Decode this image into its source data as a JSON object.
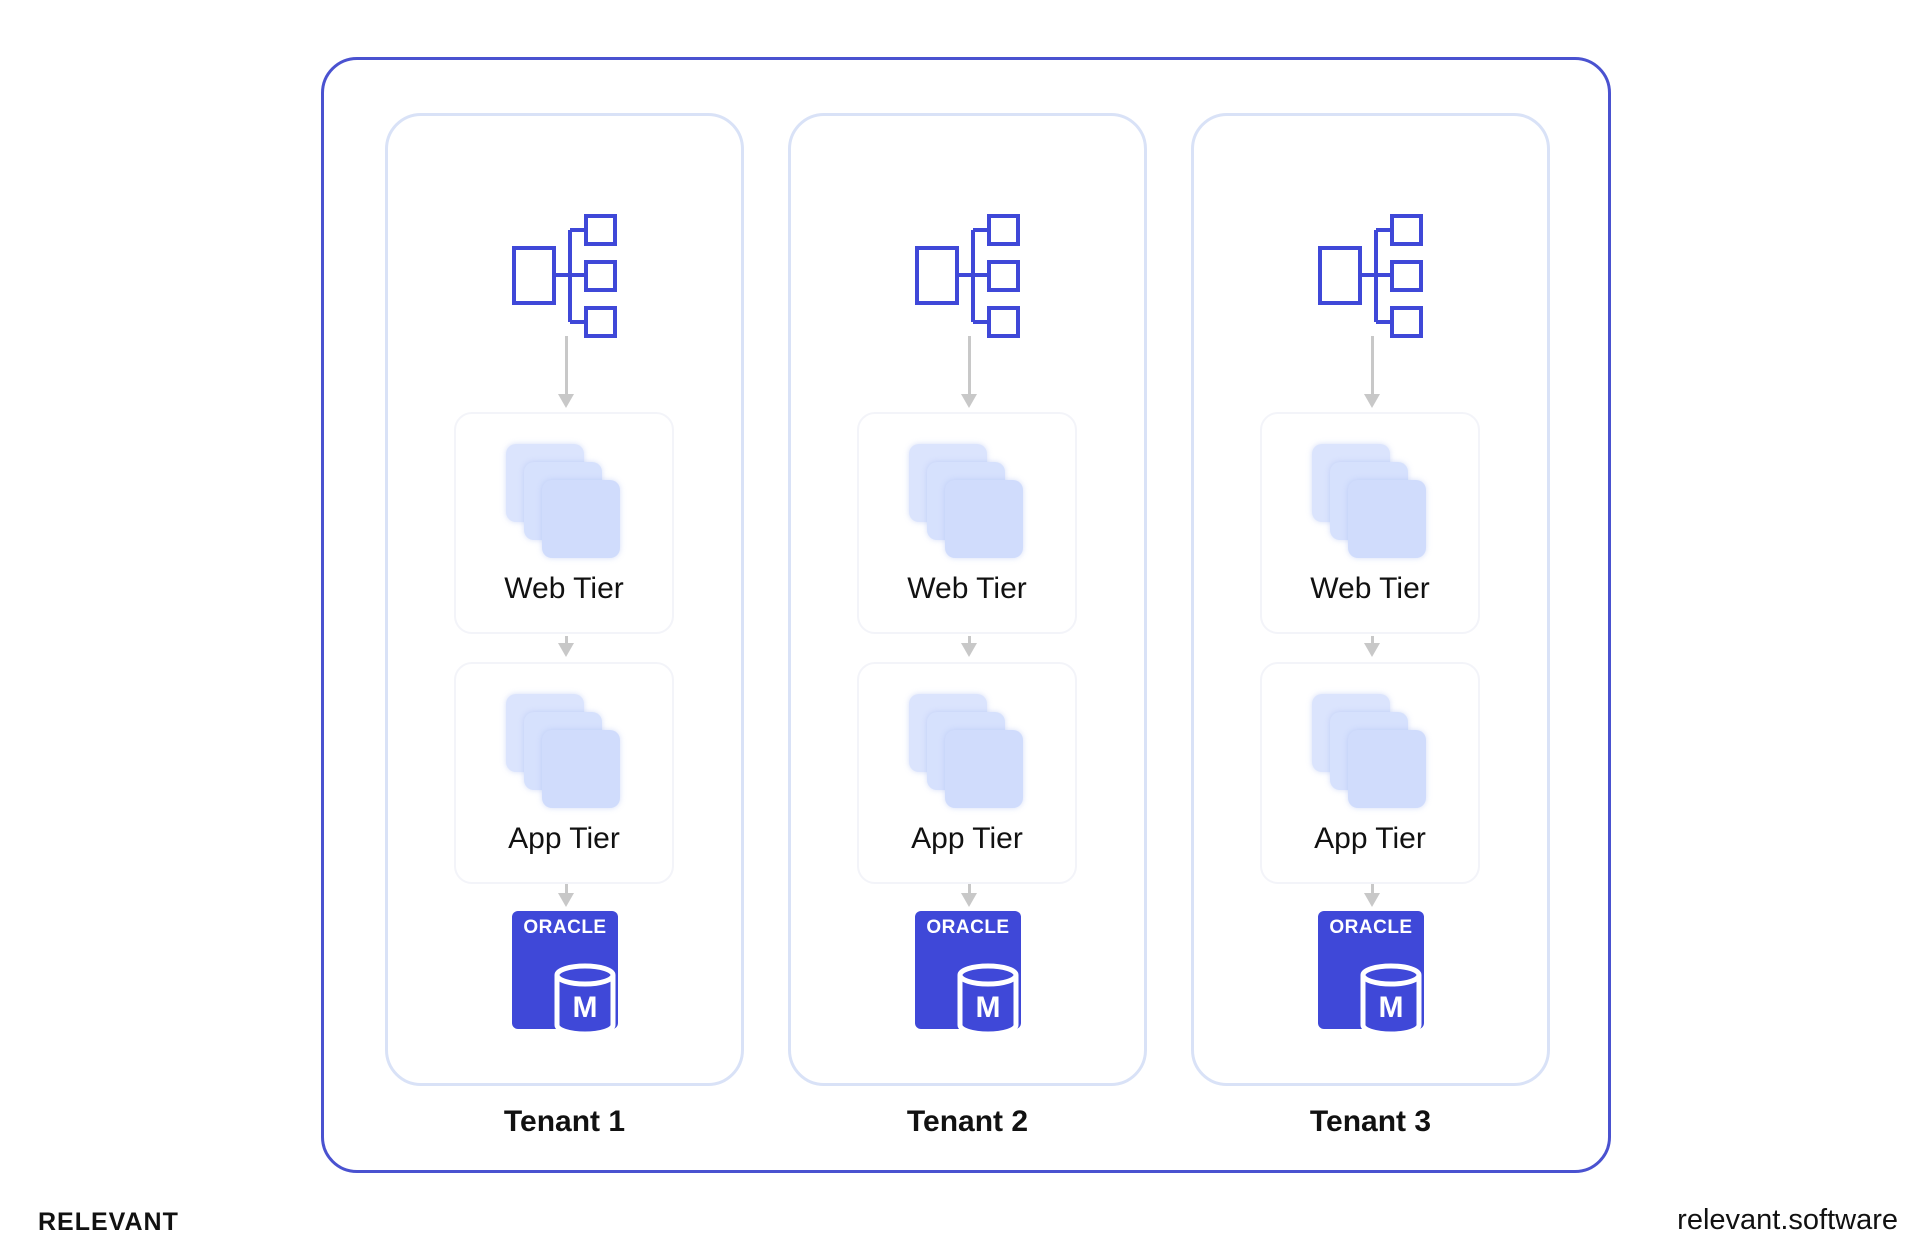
{
  "tenants": [
    {
      "label": "Tenant 1",
      "web_tier": "Web Tier",
      "app_tier": "App Tier",
      "db_vendor": "ORACLE",
      "db_letter": "M"
    },
    {
      "label": "Tenant 2",
      "web_tier": "Web Tier",
      "app_tier": "App Tier",
      "db_vendor": "ORACLE",
      "db_letter": "M"
    },
    {
      "label": "Tenant 3",
      "web_tier": "Web Tier",
      "app_tier": "App Tier",
      "db_vendor": "ORACLE",
      "db_letter": "M"
    }
  ],
  "footer": {
    "brand": "RELEVANT",
    "site": "relevant.software"
  },
  "colors": {
    "accent": "#4a52d0",
    "oracle": "#3f48d8",
    "tenant_border": "#d9e2f7",
    "tier_square": "#d5e0fd",
    "arrow": "#c8c8c8"
  },
  "icons": {
    "network": "network-hierarchy-icon",
    "tier": "server-stack-icon",
    "database": "oracle-database-icon"
  }
}
